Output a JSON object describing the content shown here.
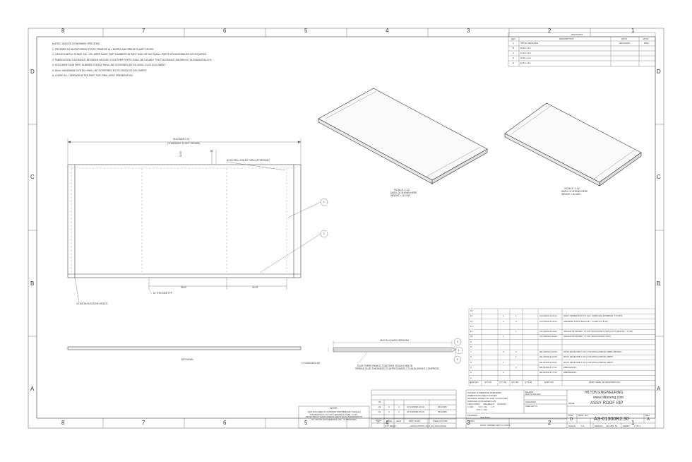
{
  "zones": {
    "columns": [
      "8",
      "7",
      "6",
      "5",
      "4",
      "3",
      "2",
      "1"
    ],
    "rows": [
      "D",
      "C",
      "B",
      "A"
    ]
  },
  "notes": {
    "heading": "NOTES: UNLESS OTHERWISE SPECIFIED",
    "items": [
      "1.  PREPARE AS INVENTORIED STOCK, REMOVE ALL BURRS AND BREAK SHARP EDGES.",
      "2.  1/8 INCH METAL STAMP, INK, OR LASER MARK PART NUMBER ON PART. BAG OR TAG SMALL PARTS OR ASSEMBLIES AS REQUIRED.",
      "3.  FABRICATION TOLERANCE BETWEEN WELDED TOGETHER PARTS SHALL BE DOUBLE THE TOLERANCE SHOWN IN TOLERANCE BLOCK.",
      "4.  DOCUMENT AND PART NUMBER SYNTAX SHALL BE GOVERNED BY ED-00001-V1-00 DOCUMENT.",
      "5.  BULK HARDWARE SYNTAX SHALL BE GOVERNED BY ED-000001-00 DOCUMENT.",
      "6.  CHASE ALL THREADS AFTER PART FOR FINAL ASSY PREPARATION."
    ]
  },
  "revisions": {
    "title": "REVISIONS",
    "headers": [
      "REV",
      "DESCRIPTION",
      "DATE",
      "APVD"
    ],
    "rows": [
      [
        "A",
        "INITIAL RELEASE",
        "04/22/2016",
        "RMH"
      ],
      [
        "B",
        "B-Rev Line",
        "",
        ""
      ],
      [
        "C",
        "C-Rev Line",
        "",
        ""
      ],
      [
        "D",
        "D-Rev Line",
        "",
        ""
      ],
      [
        "E",
        "E-Rev Line",
        "",
        ""
      ]
    ]
  },
  "main_view": {
    "overall_dim": "96.00  DASH -02",
    "overall_dim_sub": "(71.88 DASH -01 NOT SHOWN)",
    "dim_side": "11.09",
    "dim_top_small": ".63",
    "drill_note": "Ø.250  DRILL HOLES THRU AFTER PAINT",
    "dim_36": "36.00",
    "dim_24": "24.25",
    "this_side": "#1 THIS SIDE TYP",
    "datum_note": "2X DATUM LOCATION HOLES",
    "balloon_1": "1",
    "balloon_2": "2"
  },
  "side_view": {
    "caption": ".56 SHOWN"
  },
  "detail_view": {
    "dim": "48.00 ALL DASH VERSIONS",
    "nom": "1.5  NOM W/GLUE",
    "glue_note_1": "GLUE THREE PANELS TOGETHER. ROUGH SIDE IN",
    "glue_note_2": "SPREAD GLUE THICKNESS TO APPROXIMATELY 15 AND WEIGHT COMPRESS",
    "balloon_3": "3",
    "balloon_4": "4",
    "balloon_5": "5"
  },
  "iso_large": {
    "scale": "SCALE 1:12",
    "line1": "DASH -02 SHOWN HERE",
    "line2": "WEIGHT = 112 LBS"
  },
  "iso_small": {
    "scale": "SCALE 1:12",
    "line1": "DASH -01 SHOWN HERE",
    "line2": "WEIGHT = 84 LBS"
  },
  "bom": {
    "headers": [
      "ITEM NO.",
      "QTY-01",
      "QTY-02",
      "QTY-03",
      "QTY-04",
      "PART NO.",
      "PART NAME OR DESCRIPTION"
    ],
    "rows": [
      [
        "15",
        "",
        "",
        "",
        "",
        "",
        ""
      ],
      [
        "14",
        "",
        "1",
        "1",
        "",
        "CS-01000-1-01-01",
        "PAINT, PRIMER WHT 1/2 GAL. COMPLETE EXTERIOR, 2 COATS"
      ],
      [
        "13",
        "",
        "2",
        "2",
        "",
        "CS-01000-2-01-01",
        "ADHESIVE CONSTRUCTION - 2 CARTS (9.5 OZ)"
      ],
      [
        "12",
        "",
        "",
        "",
        "",
        "",
        ""
      ],
      [
        "11",
        "",
        "",
        "1",
        "",
        "CS-01000-2-04-01",
        "INSULATION BOARD .75 THK INSULFOAM R-TECH (CUT LENGTH = 71.88\")"
      ],
      [
        "10",
        "",
        "1",
        "",
        "",
        "CS-01000-2-04-02",
        "INSULATION BOARD .75 THK INSULFOAM R-TECH"
      ],
      [
        "9",
        "",
        "",
        "",
        "",
        "",
        ""
      ],
      [
        "8",
        "",
        "",
        "",
        "",
        "",
        ""
      ],
      [
        "7",
        "",
        "2",
        "2",
        "",
        "HE-01000-2-03-02",
        "ROOF EDGE DRIP 1.50 X 3.00 (W/3A) PARTIAL WRPS (BOXED)"
      ],
      [
        "6",
        "",
        "",
        "1",
        "",
        "HE-01000-2-03-03",
        "ROOF EDGE DRIP 1.50 X 3.00 (W/3A) PARTIAL WRPS"
      ],
      [
        "5",
        "",
        "1",
        "",
        "",
        "HE-01000-2-03-01",
        "ROOF EDGE DRIP 1.50 X 3.00 (W/3A) PARTIAL WRPS"
      ],
      [
        "4",
        "",
        "",
        "2",
        "",
        "HE-01000-2-17-01",
        "WBD/CEILING"
      ],
      [
        "3",
        "",
        "2",
        "",
        "",
        "HE-01000-2-17-02",
        "WBD/CEILING"
      ],
      [
        "2",
        "",
        "",
        "",
        "",
        "",
        ""
      ],
      [
        "1",
        "",
        "",
        "",
        "",
        "",
        ""
      ]
    ]
  },
  "title_block": {
    "company": "HILTON ENGINEERING",
    "website": "www.hiltoneng.com",
    "name_label": "NAME",
    "part_title": "ASSY ROOF SIP",
    "tolerance_lines": [
      "UNLESS OTHERWISE SPECIFIED:",
      "DIMENSIONS ARE IN INCHES",
      "DRAWING BASED ON ANSI Y14.5M 1994",
      "SURFACE ROUGHNESS        125",
      "FRACTIONS      DECIMALS      ANGLES",
      "± 1/16         XX ± .02       ± 1°",
      "               XXX ± .010"
    ],
    "drawn_label": "DRAWN",
    "drawn_by": "RALPH HILTON",
    "checked_label": "CHECKED",
    "similar_label": "SIMILAR TO",
    "material_label": "MATERIAL",
    "material": "SEE BOM",
    "finish_label": "FINISH",
    "finish": "PAINT, PRIMER WHT 2 COATS",
    "size_label": "SIZE",
    "size": "D",
    "dwg_label": "DWG. NO.",
    "dwg_no": "AS-01300R2.30",
    "rev_label": "REV",
    "rev": "A",
    "scale_label": "SCALE",
    "scale": "1:8",
    "weight_label": "WEIGHT",
    "weight": "112 LBS .50",
    "sheet_label": "SHEET",
    "sheet": "1 OF 1"
  },
  "dash_table": {
    "headers": [
      "DASH NO.",
      "FINAL",
      "SEAT",
      "NEXT ASSY",
      "USED ON JOB"
    ],
    "rows": [
      [
        "-02",
        "4",
        "4",
        "AT-01300R1.00-02",
        "JB-01005"
      ],
      [
        "-01",
        "3",
        "3",
        "AT-01300R1.00-01",
        "JB-01005"
      ],
      [
        "-00",
        "",
        "",
        "",
        ""
      ]
    ],
    "qty_label": "QTY REQD",
    "application_label": "APPLICATION / NOT ALL INCLUSIVE"
  },
  "proprietary": {
    "heading": "NOTE:",
    "lines": [
      "THIS DOCUMENT CONTAINS PROPRIETARY DESIGN",
      "INFORMATION. DO NOT MANUFACTURE, COPY,",
      "OR EXTRACT DATA UNLESS WRITTEN AUTHORIZATION",
      "OF HILTON ENGINEERING INC. IS OBTAINED."
    ]
  }
}
